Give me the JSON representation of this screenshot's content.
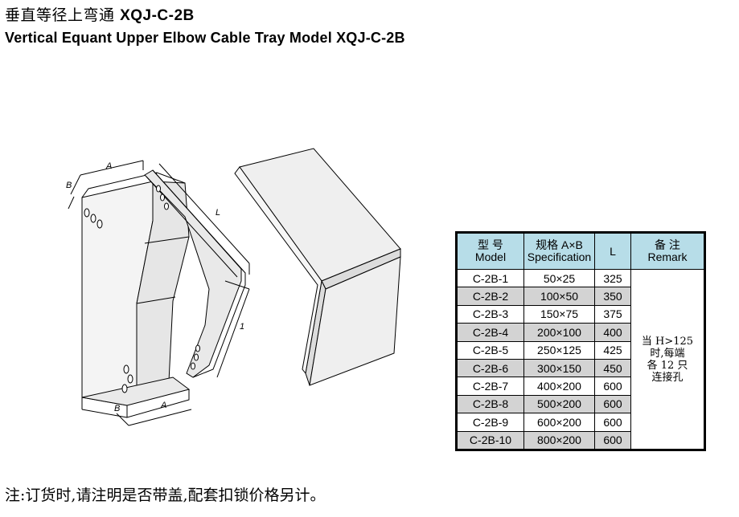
{
  "title": {
    "cn": "垂直等径上弯通",
    "model": "XQJ-C-2B",
    "en": "Vertical Equant Upper Elbow Cable Tray Model XQJ-C-2B"
  },
  "drawing": {
    "label_a_top": "A",
    "label_b_top": "B",
    "label_l_top": "L",
    "label_l_right": "1",
    "label_a_bottom": "A",
    "label_b_bottom": "B"
  },
  "table": {
    "headers": [
      {
        "cn": "型 号",
        "en": "Model"
      },
      {
        "cn": "规格 A×B",
        "en": "Specification"
      },
      {
        "cn": "L",
        "en": ""
      },
      {
        "cn": "备 注",
        "en": "Remark"
      }
    ],
    "rows": [
      {
        "model": "C-2B-1",
        "spec": "50×25",
        "l": "325"
      },
      {
        "model": "C-2B-2",
        "spec": "100×50",
        "l": "350"
      },
      {
        "model": "C-2B-3",
        "spec": "150×75",
        "l": "375"
      },
      {
        "model": "C-2B-4",
        "spec": "200×100",
        "l": "400"
      },
      {
        "model": "C-2B-5",
        "spec": "250×125",
        "l": "425"
      },
      {
        "model": "C-2B-6",
        "spec": "300×150",
        "l": "450"
      },
      {
        "model": "C-2B-7",
        "spec": "400×200",
        "l": "600"
      },
      {
        "model": "C-2B-8",
        "spec": "500×200",
        "l": "600"
      },
      {
        "model": "C-2B-9",
        "spec": "600×200",
        "l": "600"
      },
      {
        "model": "C-2B-10",
        "spec": "800×200",
        "l": "600"
      }
    ],
    "remark_lines": [
      "当 H>125",
      "时,每端",
      "各 12 只",
      "连接孔"
    ]
  },
  "note": "注:订货时,请注明是否带盖,配套扣锁价格另计。"
}
